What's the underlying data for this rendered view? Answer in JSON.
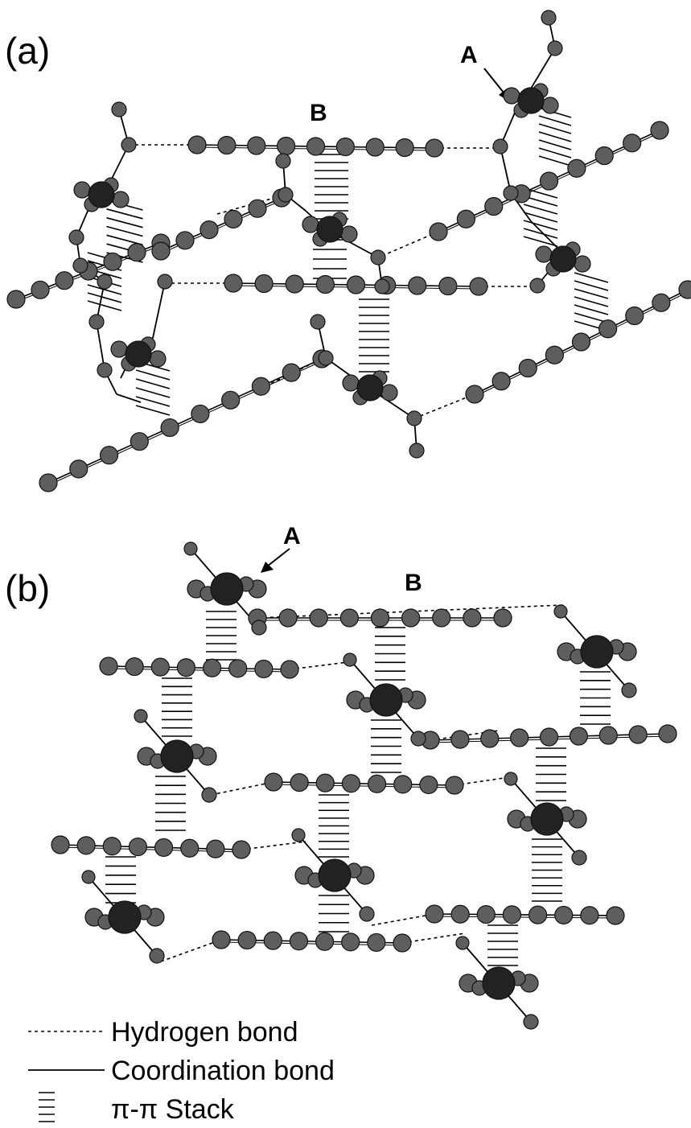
{
  "panel_a": {
    "label": "(a)",
    "site_a": "A",
    "site_b": "B"
  },
  "panel_b": {
    "label": "(b)",
    "site_a": "A",
    "site_b": "B"
  },
  "legend": {
    "hydrogen_bond": "Hydrogen bond",
    "coordination_bond": "Coordination bond",
    "pi_stack": "π-π Stack"
  },
  "colors": {
    "atom": "#5e5e5e",
    "metal": "#222222",
    "ink": "#000000"
  }
}
